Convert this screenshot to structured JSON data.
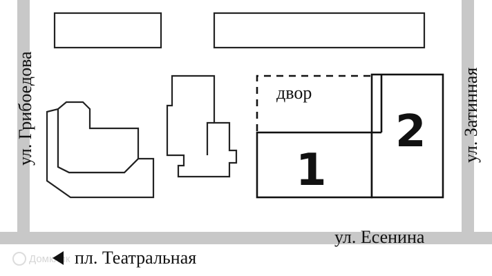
{
  "map": {
    "colors": {
      "road": "#c8c8c8",
      "outline": "#222222",
      "background": "#ffffff"
    },
    "streets": {
      "left": "ул. Грибоедова",
      "right": "ул. Затинная",
      "bottom": "ул. Есенина",
      "square": "пл. Театральная"
    },
    "yard_label": "двор",
    "buildings": {
      "one": "1",
      "two": "2"
    },
    "direction_icon": "arrow-left-icon",
    "watermark": "Домклик"
  }
}
